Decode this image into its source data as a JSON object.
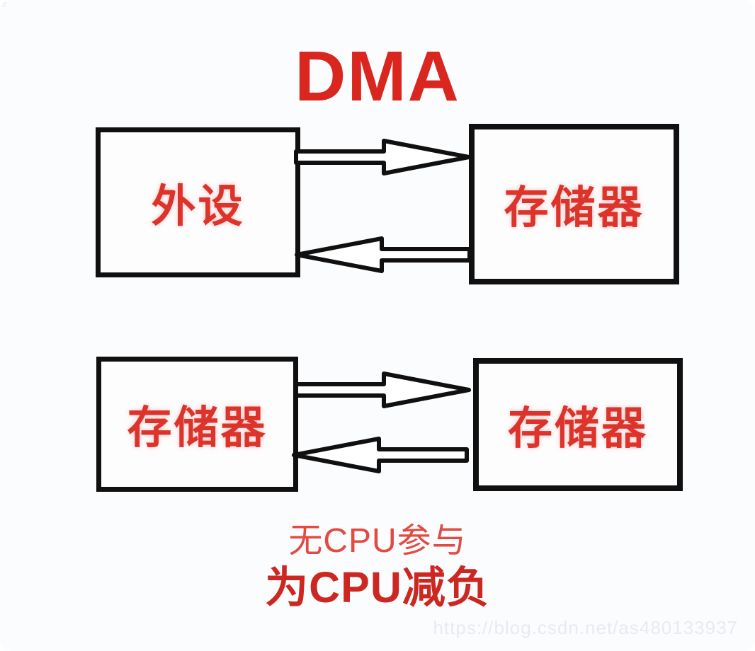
{
  "title": "DMA",
  "colors": {
    "background": "#fbfcfe",
    "title_red": "#d9261e",
    "box_label_red": "#dc332b",
    "caption_light_red": "#e24a42",
    "caption_bold_red": "#cc2721",
    "line_black": "#101010",
    "watermark_grey": "#e8eaf1"
  },
  "diagram": {
    "rows": [
      {
        "left_box": "外设",
        "right_box": "存储器",
        "top_arrow_direction": "right",
        "bottom_arrow_direction": "left"
      },
      {
        "left_box": "存储器",
        "right_box": "存储器",
        "top_arrow_direction": "right",
        "bottom_arrow_direction": "left"
      }
    ]
  },
  "icons": {
    "arrow_right": "hollow-arrow-right",
    "arrow_left": "hollow-arrow-left",
    "corner_mark": "faint-lines"
  },
  "captions": {
    "line1": "无CPU参与",
    "line2": "为CPU减负"
  },
  "watermark": "https://blog.csdn.net/as480133937"
}
